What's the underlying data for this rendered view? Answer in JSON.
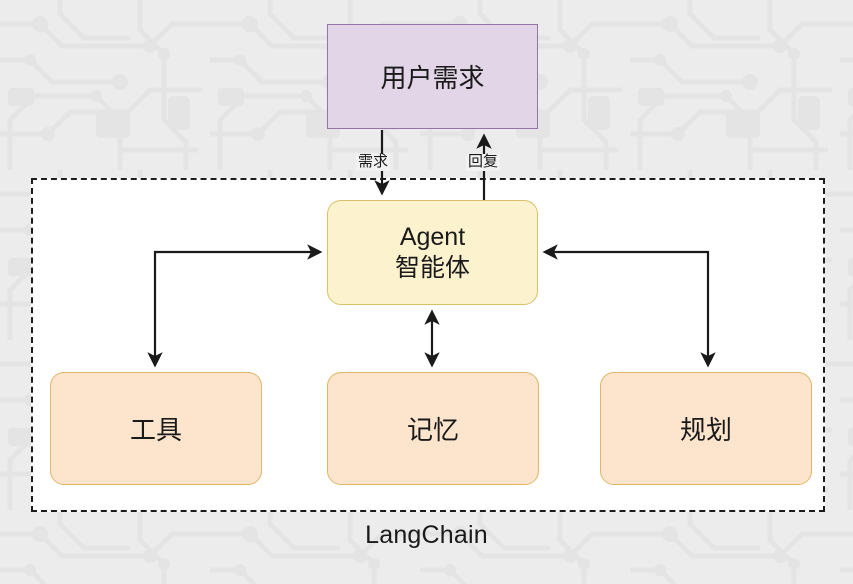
{
  "diagram": {
    "title": "LangChain Agent architecture diagram",
    "container_label": "LangChain",
    "background_pattern": "circuit-board",
    "colors": {
      "page_background": "#ececed",
      "container_fill": "#ffffff",
      "container_border": "#1c1c1c",
      "user_fill": "#e1d5e7",
      "user_border": "#9673a6",
      "agent_fill": "#fcf2cd",
      "agent_border": "#d9c168",
      "child_fill": "#fce4cd",
      "child_border": "#e0b766",
      "edge_stroke": "#1a1a1a",
      "text": "#1a1a1a"
    },
    "nodes": {
      "user": {
        "label": "用户需求"
      },
      "agent": {
        "label_en": "Agent",
        "label_zh": "智能体"
      },
      "tools": {
        "label": "工具"
      },
      "memory": {
        "label": "记忆"
      },
      "planning": {
        "label": "规划"
      }
    },
    "edges": [
      {
        "id": "user-to-agent",
        "from": "user",
        "to": "agent",
        "label": "需求",
        "direction": "down"
      },
      {
        "id": "agent-to-user",
        "from": "agent",
        "to": "user",
        "label": "回复",
        "direction": "up"
      },
      {
        "id": "tools-agent",
        "from": "tools",
        "to": "agent",
        "label": "",
        "direction": "both"
      },
      {
        "id": "memory-agent",
        "from": "memory",
        "to": "agent",
        "label": "",
        "direction": "both"
      },
      {
        "id": "planning-agent",
        "from": "planning",
        "to": "agent",
        "label": "",
        "direction": "both"
      }
    ],
    "edge_labels": {
      "request": "需求",
      "reply": "回复"
    }
  }
}
